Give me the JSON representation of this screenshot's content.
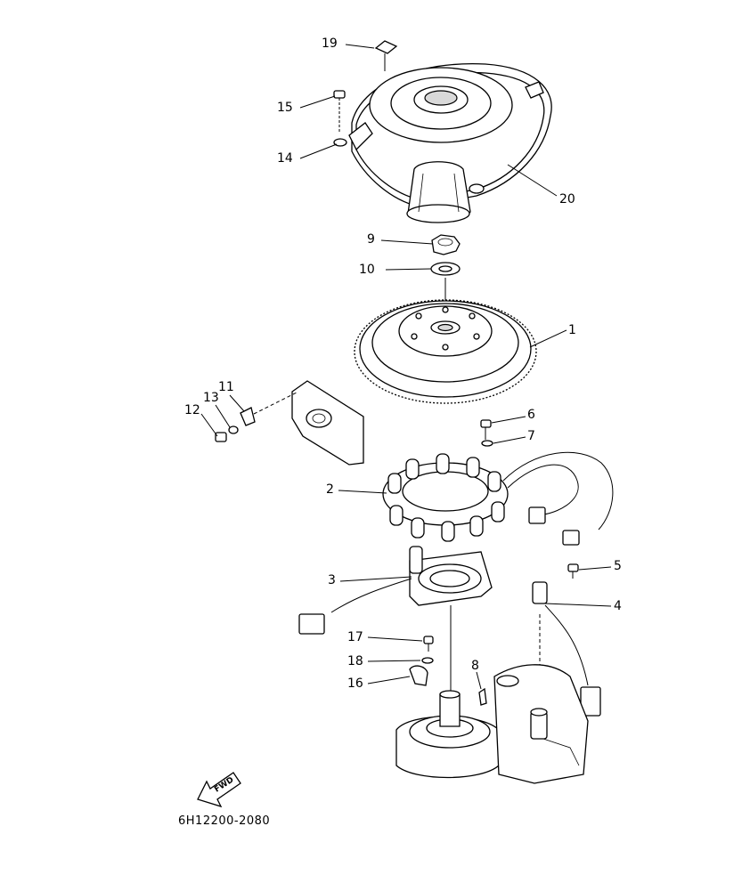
{
  "callouts": {
    "c1": "1",
    "c2": "2",
    "c3": "3",
    "c4": "4",
    "c5": "5",
    "c6": "6",
    "c7": "7",
    "c8": "8",
    "c9": "9",
    "c10": "10",
    "c11": "11",
    "c12": "12",
    "c13": "13",
    "c14": "14",
    "c15": "15",
    "c16": "16",
    "c17": "17",
    "c18": "18",
    "c19": "19",
    "c20": "20"
  },
  "diagram_code": "6H12200-2080",
  "fwd_label": "FWD"
}
